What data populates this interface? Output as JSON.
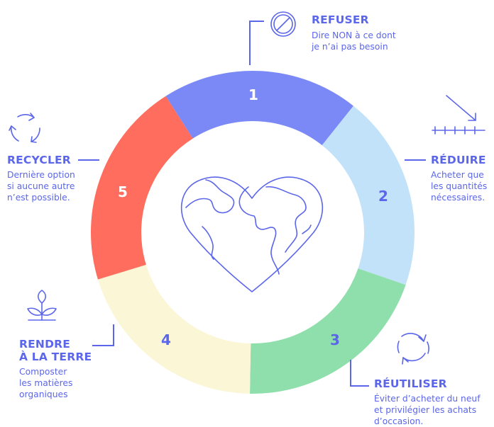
{
  "steps": [
    {
      "number": "1",
      "title": "REFUSER",
      "description": [
        "Dire NON à ce dont",
        "je n’ai pas besoin"
      ],
      "color": "#7a89f6",
      "icon": "no-entry-icon"
    },
    {
      "number": "2",
      "title": "RÉDUIRE",
      "description": [
        "Acheter que",
        "les quantités",
        "nécessaires."
      ],
      "color": "#c2e2f9",
      "icon": "reduce-arrow-icon"
    },
    {
      "number": "3",
      "title": "RÉUTILISER",
      "description": [
        "Éviter d’acheter du neuf",
        "et privilégier les achats",
        "d’occasion."
      ],
      "color": "#8fdfac",
      "icon": "reuse-cycle-icon"
    },
    {
      "number": "4",
      "title_lines": [
        "RENDRE",
        "À LA TERRE"
      ],
      "description": [
        "Composter",
        "les matières",
        "organiques"
      ],
      "color": "#fbf6d6",
      "icon": "sprout-icon"
    },
    {
      "number": "5",
      "title": "RECYCLER",
      "description": [
        "Dernière option",
        "si aucune autre",
        "n’est possible."
      ],
      "color": "#ff6d5f",
      "icon": "recycle-icon"
    }
  ],
  "center_icon": "earth-heart-icon",
  "accent_color": "#5b66ea"
}
